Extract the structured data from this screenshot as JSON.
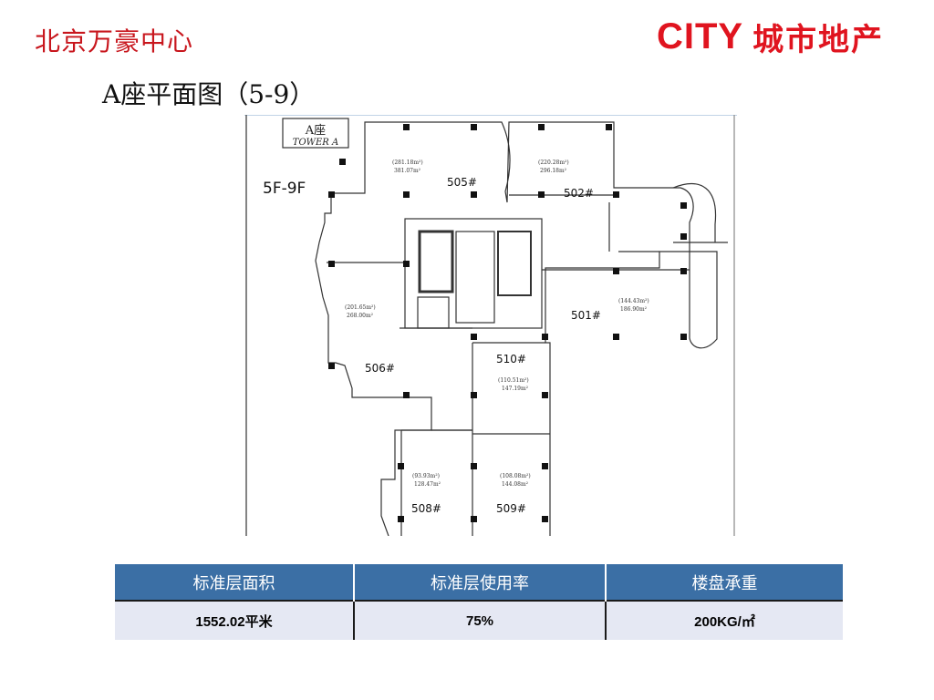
{
  "header": {
    "project_name": "北京万豪中心",
    "logo_en": "CITY",
    "logo_cn": "城市地产"
  },
  "page_title": "A座平面图（5-9）",
  "floor_plan": {
    "tower_label": "A座",
    "tower_label_en": "TOWER A",
    "floor_range": "5F-9F",
    "units": [
      {
        "id": "505#",
        "area_a": "(281.18m²)",
        "area_b": "381.07m²"
      },
      {
        "id": "502#",
        "area_a": "(220.28m²)",
        "area_b": "296.18m²"
      },
      {
        "id": "501#",
        "area_a": "(144.43m²)",
        "area_b": "186.90m²"
      },
      {
        "id": "506#",
        "area_a": "(201.65m²)",
        "area_b": "268.00m²"
      },
      {
        "id": "510#",
        "area_a": "(110.51m²)",
        "area_b": "147.19m²"
      },
      {
        "id": "508#",
        "area_a": "(93.93m²)",
        "area_b": "128.47m²"
      },
      {
        "id": "509#",
        "area_a": "(108.08m²)",
        "area_b": "144.08m²"
      }
    ]
  },
  "spec_table": {
    "headers": [
      "标准层面积",
      "标准层使用率",
      "楼盘承重"
    ],
    "row": [
      "1552.02平米",
      "75%",
      "200KG/㎡"
    ]
  }
}
